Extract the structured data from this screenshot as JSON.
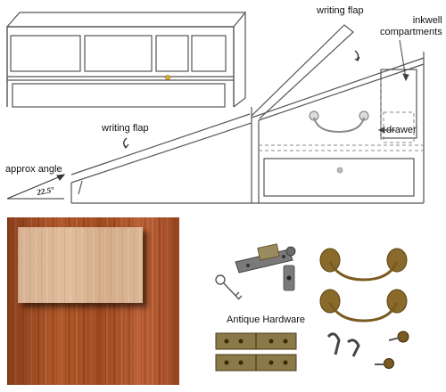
{
  "labels": {
    "writing_flap_top": "writing flap",
    "inkwell_compartments": "inkwell\ncompartments",
    "drawer": "drawer",
    "writing_flap_left": "writing flap",
    "approx_angle": "approx angle",
    "angle_value": "22.5°",
    "antique_hardware": "Antique Hardware"
  },
  "colors": {
    "line": "#555555",
    "dashed": "#888888",
    "wood": "#a8532a",
    "veneer": "#dcb796",
    "brass": "#8a6a2a",
    "steel": "#6f6f6f"
  }
}
